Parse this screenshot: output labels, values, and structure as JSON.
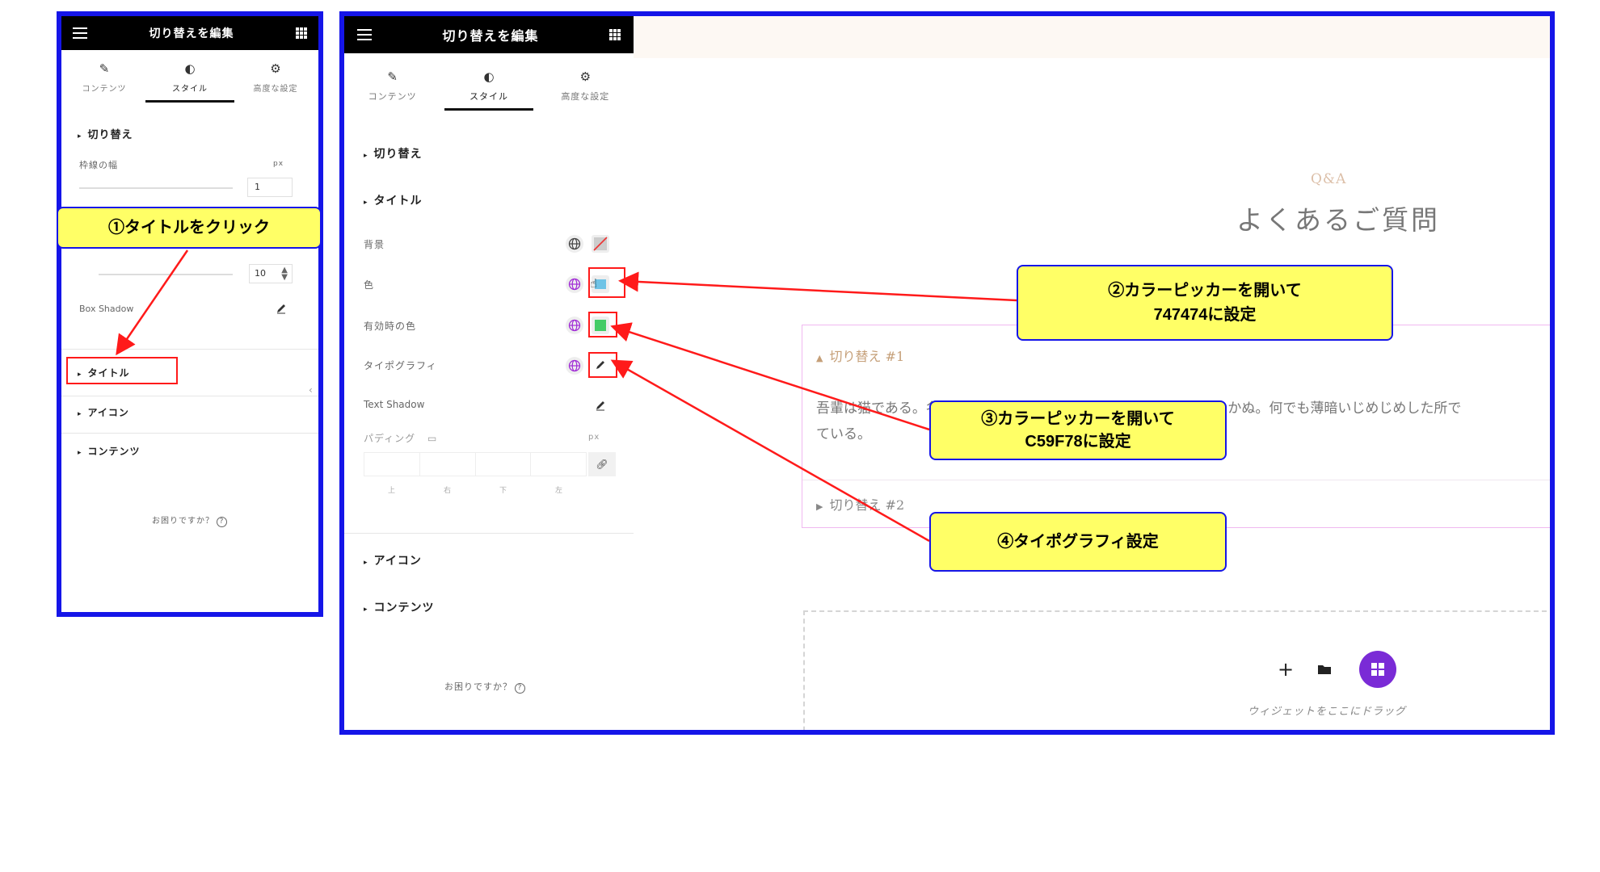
{
  "left_panel": {
    "header_title": "切り替えを編集",
    "tabs": [
      {
        "label": "コンテンツ"
      },
      {
        "label": "スタイル"
      },
      {
        "label": "高度な設定"
      }
    ],
    "sections": {
      "toggle": "切り替え",
      "title": "タイトル",
      "icon": "アイコン",
      "content": "コンテンツ"
    },
    "border_width_label": "枠線の幅",
    "unit_px": "px",
    "border_width_value": "1",
    "spacing_value": "10",
    "box_shadow_label": "Box Shadow",
    "help": "お困りですか？"
  },
  "right_panel": {
    "header_title": "切り替えを編集",
    "tabs": [
      {
        "label": "コンテンツ"
      },
      {
        "label": "スタイル"
      },
      {
        "label": "高度な設定"
      }
    ],
    "sections": {
      "toggle": "切り替え",
      "title": "タイトル",
      "icon": "アイコン",
      "content": "コンテンツ"
    },
    "fields": {
      "background": "背景",
      "color": "色",
      "active_color": "有効時の色",
      "typography": "タイポグラフィ",
      "text_shadow": "Text Shadow",
      "padding": "パディング",
      "unit_px": "px"
    },
    "padding_sides": [
      "上",
      "右",
      "下",
      "左"
    ],
    "help": "お困りですか？"
  },
  "preview": {
    "eyebrow": "Q&A",
    "heading": "よくあるご質問",
    "toggle1_title": "切り替え #1",
    "toggle1_body_line1": "吾輩は猫である。名前はまだ無い。どこで生れたかとんと見当がつかぬ。何でも薄暗いじめじめした所で",
    "toggle1_body_line2": "ている。",
    "toggle2_title": "切り替え #2",
    "drop_hint": "ウィジェットをここにドラッグ"
  },
  "callouts": {
    "step1": "①タイトルをクリック",
    "step2_line1": "②カラーピッカーを開いて",
    "step2_line2": "747474に設定",
    "step3_line1": "③カラーピッカーを開いて",
    "step3_line2": "C59F78に設定",
    "step4": "④タイポグラフィ設定"
  },
  "colors": {
    "frame_border": "#1515e8",
    "callout_bg": "#ffff66",
    "arrow": "#ff1a1a",
    "active_color_swatch": "#44cc66",
    "color_swatch": "#6ec3e6",
    "accent_purple": "#7a2bd6",
    "title_color": "#c59f78"
  }
}
